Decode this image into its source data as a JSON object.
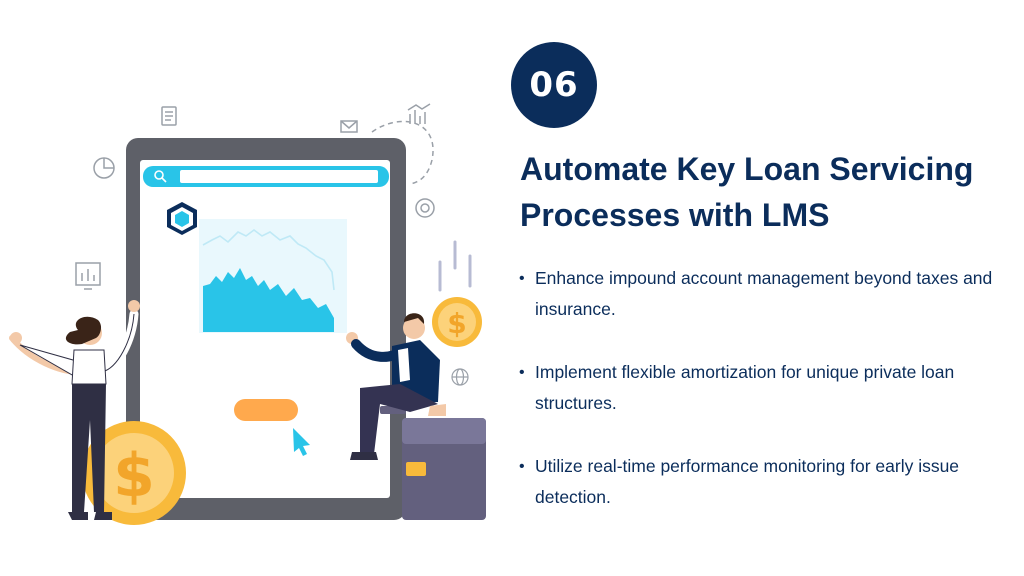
{
  "slide": {
    "badge": "06",
    "title_line1": "Automate Key Loan Servicing",
    "title_line2": "Processes with LMS",
    "bullets": [
      "Enhance impound account management beyond taxes and insurance.",
      "Implement flexible amortization for unique private loan structures.",
      "Utilize real-time performance monitoring for early issue detection."
    ]
  },
  "illustration": {
    "icons": [
      "document-icon",
      "pie-chart-icon",
      "bar-chart-icon",
      "mail-icon",
      "analytics-icon",
      "refresh-icon",
      "globe-icon",
      "search-icon",
      "cursor-icon",
      "dollar-coin-icon"
    ],
    "colors": {
      "navy": "#0b2d5b",
      "tablet_frame": "#5e6068",
      "chart_fill": "#29c4e8",
      "button": "#ffa94d",
      "coin": "#f8ba3b",
      "briefcase": "#63607e"
    }
  }
}
